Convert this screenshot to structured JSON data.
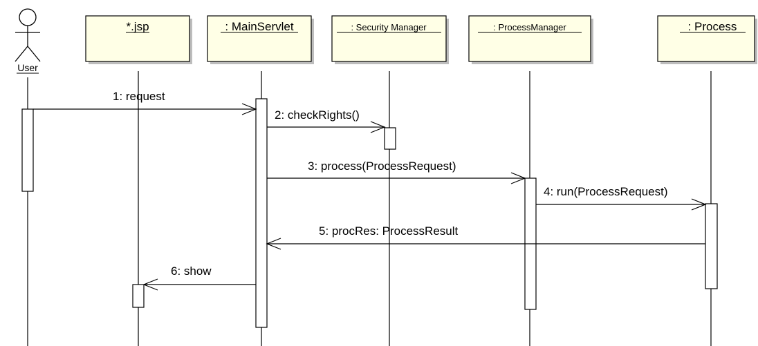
{
  "diagram": {
    "type": "uml-sequence",
    "actor": {
      "label": "User"
    },
    "objects": [
      {
        "label": "*.jsp"
      },
      {
        "label": ": MainServlet"
      },
      {
        "label": ": Security Manager"
      },
      {
        "label": ": ProcessManager"
      },
      {
        "label": ": Process"
      }
    ],
    "messages": [
      {
        "label": "1: request"
      },
      {
        "label": "2: checkRights()"
      },
      {
        "label": "3: process(ProcessRequest)"
      },
      {
        "label": "4: run(ProcessRequest)"
      },
      {
        "label": "5: procRes: ProcessResult"
      },
      {
        "label": "6: show"
      }
    ]
  }
}
